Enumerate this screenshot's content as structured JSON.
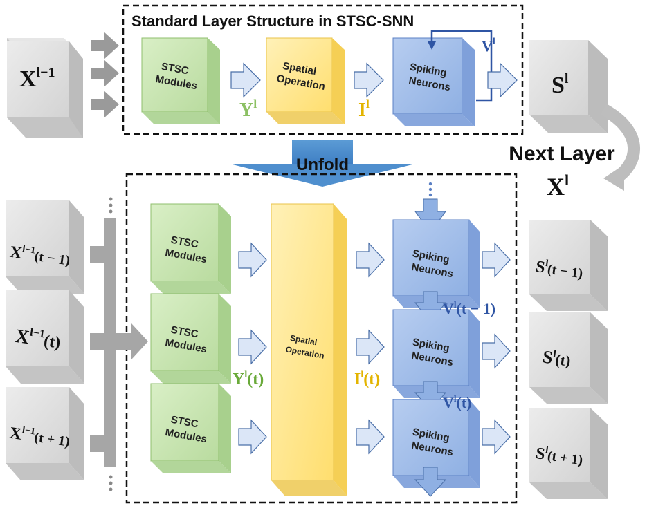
{
  "top_panel": {
    "title": "Standard Layer Structure in STSC-SNN",
    "input_sup": "l−1",
    "input_base": "X",
    "stsc_line1": "STSC",
    "stsc_line2": "Modules",
    "spatial_line1": "Spatial",
    "spatial_line2": "Operation",
    "spiking_line1": "Spiking",
    "spiking_line2": "Neurons",
    "y_base": "Y",
    "y_sup": "l",
    "i_base": "I",
    "i_sup": "l",
    "v_base": "V",
    "v_sup": "l",
    "output_base": "S",
    "output_sup": "l"
  },
  "next_layer": {
    "label": "Next Layer",
    "x_base": "X",
    "x_sup": "l"
  },
  "unfold_label": "Unfold",
  "bottom_panel": {
    "inputs": [
      {
        "base": "X",
        "sup": "l−1",
        "arg": "(t − 1)"
      },
      {
        "base": "X",
        "sup": "l−1",
        "arg": "(t)"
      },
      {
        "base": "X",
        "sup": "l−1",
        "arg": "(t + 1)"
      }
    ],
    "stsc_line1": "STSC",
    "stsc_line2": "Modules",
    "spatial_line1": "Spatial",
    "spatial_line2": "Operation",
    "spiking_line1": "Spiking",
    "spiking_line2": "Neurons",
    "y_label": {
      "base": "Y",
      "sup": "l",
      "arg": "(t)"
    },
    "i_label": {
      "base": "I",
      "sup": "l",
      "arg": "(t)"
    },
    "v_labels": [
      {
        "base": "V",
        "sup": "l",
        "arg": "(t − 1)"
      },
      {
        "base": "V",
        "sup": "l",
        "arg": "(t)"
      }
    ],
    "outputs": [
      {
        "base": "S",
        "sup": "l",
        "arg": "(t − 1)"
      },
      {
        "base": "S",
        "sup": "l",
        "arg": "(t)"
      },
      {
        "base": "S",
        "sup": "l",
        "arg": "(t + 1)"
      }
    ]
  },
  "colors": {
    "green_face": "#c8e6b0",
    "green_side": "#a8d08d",
    "yellow_face": "#ffe69a",
    "yellow_side": "#f5cf55",
    "blue_face": "#9db9e8",
    "blue_side": "#7fa0da",
    "gray_face": "#dedede",
    "gray_side": "#bdbdbd",
    "arrow_blue": "#dbe6f7",
    "label_green": "#6aaa3a",
    "label_yellow": "#e3b400",
    "unfold_blue": "#5b9bd5"
  }
}
